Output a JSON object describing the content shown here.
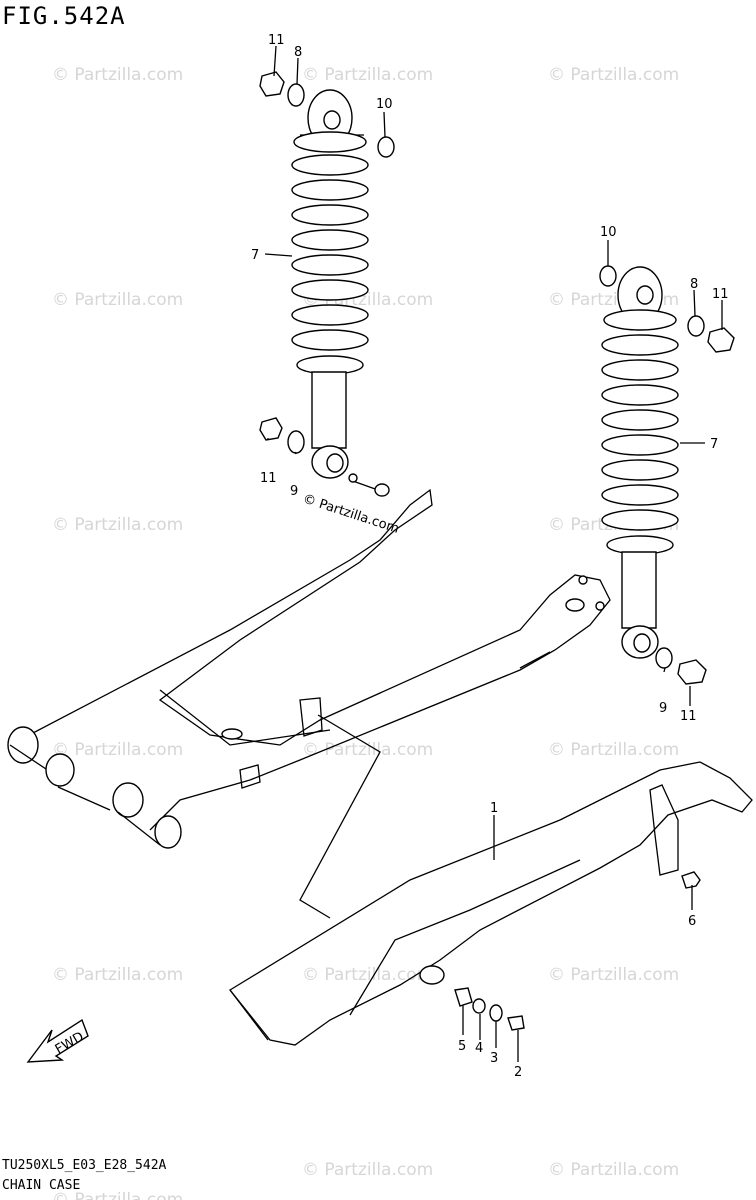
{
  "figure": {
    "title": "FIG.542A",
    "footer_code": "TU250XL5_E03_E28_542A",
    "footer_name": "CHAIN CASE"
  },
  "watermark": "© Partzilla.com",
  "watermark_mid": "© Partzilla.com",
  "fwd_label": "FWD",
  "callouts": [
    "11",
    "8",
    "10",
    "7",
    "11",
    "9",
    "10",
    "8",
    "11",
    "7",
    "9",
    "11",
    "1",
    "6",
    "5",
    "4",
    "3",
    "2"
  ]
}
